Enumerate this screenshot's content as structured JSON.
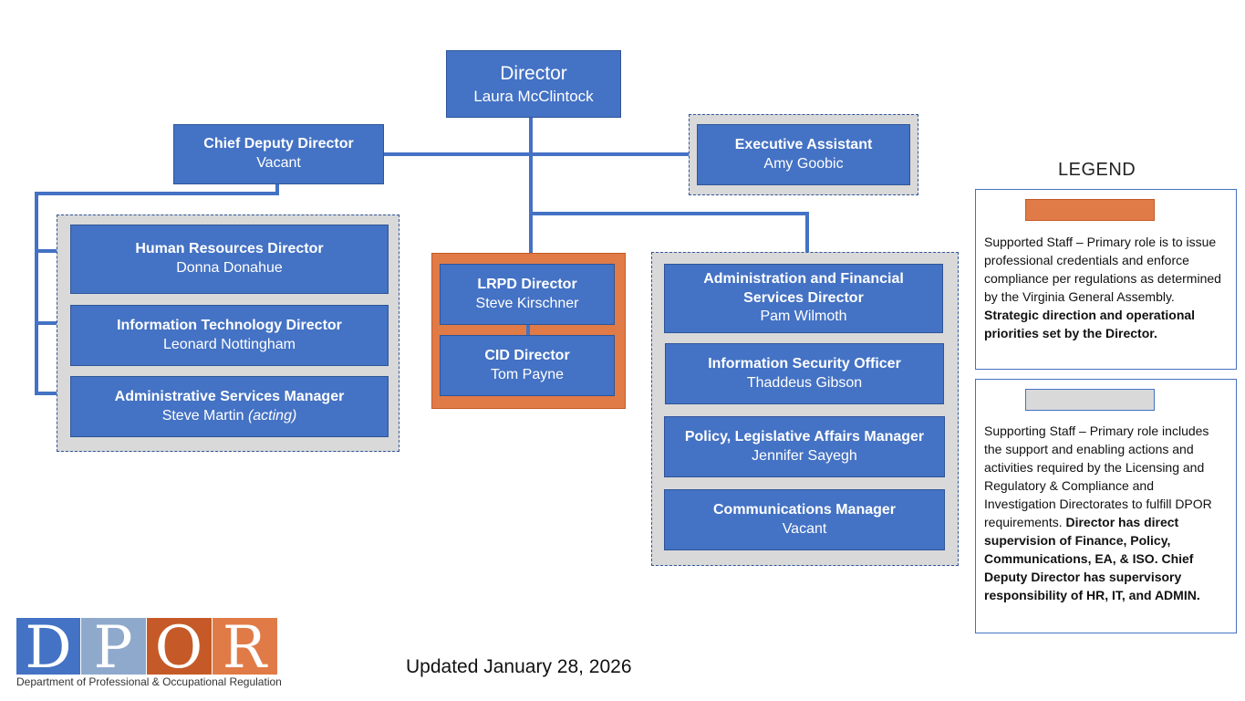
{
  "org": {
    "director": {
      "title": "Director",
      "name": "Laura McClintock"
    },
    "chief_deputy": {
      "title": "Chief Deputy Director",
      "name": "Vacant"
    },
    "exec_assistant": {
      "title": "Executive Assistant",
      "name": "Amy Goobic"
    },
    "hr": {
      "title": "Human Resources Director",
      "name": "Donna Donahue"
    },
    "it": {
      "title": "Information Technology Director",
      "name": "Leonard Nottingham"
    },
    "admin_services": {
      "title": "Administrative Services Manager",
      "name": "Steve Martin",
      "note": "(acting)"
    },
    "lrpd": {
      "title": "LRPD Director",
      "name": "Steve Kirschner"
    },
    "cid": {
      "title": "CID Director",
      "name": "Tom Payne"
    },
    "afs": {
      "title": "Administration and Financial Services Director",
      "name": "Pam Wilmoth"
    },
    "iso": {
      "title": "Information Security Officer",
      "name": "Thaddeus Gibson"
    },
    "policy": {
      "title": "Policy, Legislative Affairs Manager",
      "name": "Jennifer Sayegh"
    },
    "comms": {
      "title": "Communications Manager",
      "name": "Vacant"
    }
  },
  "legend": {
    "title": "LEGEND",
    "supported": {
      "color": "#E07B47",
      "text": "Supported Staff – Primary role is to issue professional credentials and enforce compliance per regulations as determined by the Virginia General Assembly.",
      "bold": "Strategic direction and operational priorities set by the Director."
    },
    "supporting": {
      "color": "#D9D9D9",
      "text": "Supporting Staff – Primary role includes the support and enabling actions and activities required by the Licensing and Regulatory & Compliance and Investigation Directorates to fulfill DPOR requirements.",
      "bold": "Director has direct supervision of Finance, Policy, Communications, EA, & ISO. Chief Deputy Director has supervisory responsibility of HR, IT, and ADMIN."
    }
  },
  "footer": {
    "updated": "Updated January 28, 2026",
    "logo_caption": "Department of Professional & Occupational Regulation",
    "logo_letters": [
      "D",
      "P",
      "O",
      "R"
    ]
  },
  "colors": {
    "box": "#4472C4",
    "supported": "#E07B47",
    "supporting": "#D9D9D9",
    "logo": [
      "#4472C4",
      "#8EA9CC",
      "#C55A28",
      "#E07B47"
    ]
  }
}
